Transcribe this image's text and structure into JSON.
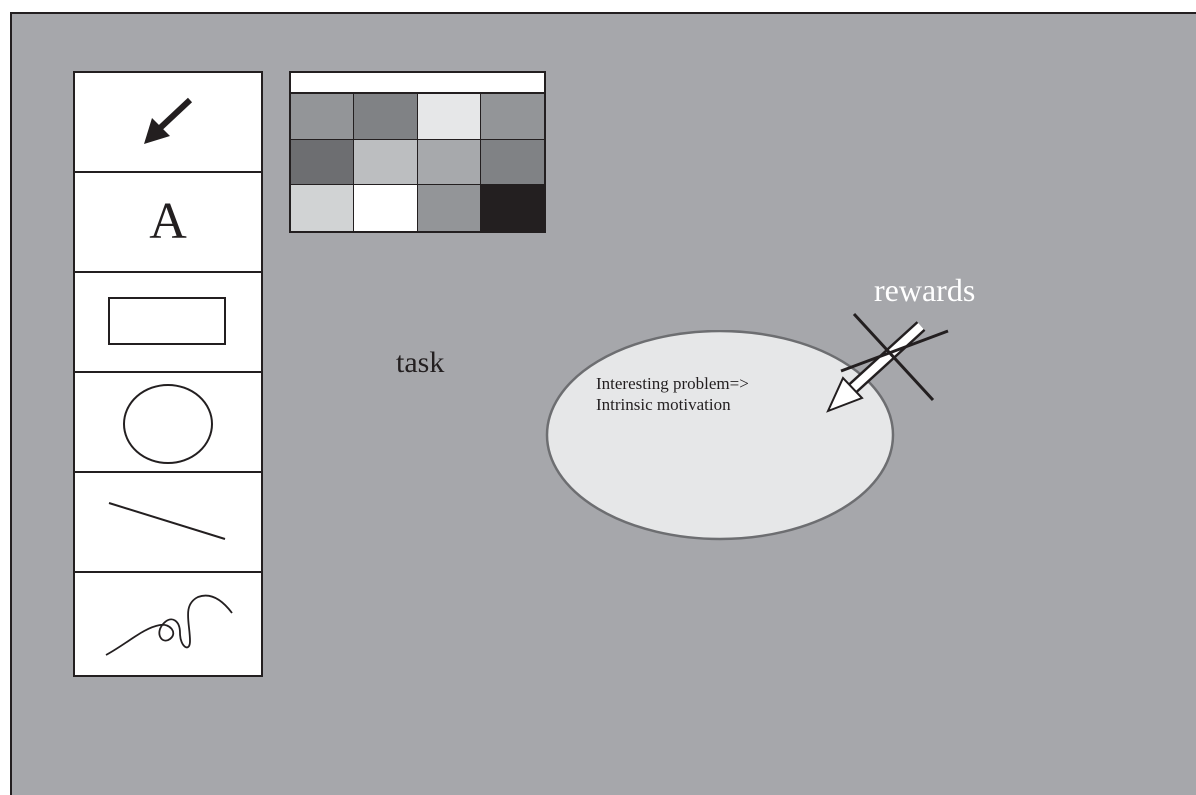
{
  "toolbar": {
    "tools": [
      {
        "name": "arrow-tool",
        "icon": "arrow-icon"
      },
      {
        "name": "text-tool",
        "icon": "text-icon",
        "glyph": "A"
      },
      {
        "name": "rectangle-tool",
        "icon": "rectangle-icon"
      },
      {
        "name": "ellipse-tool",
        "icon": "ellipse-icon"
      },
      {
        "name": "line-tool",
        "icon": "line-icon"
      },
      {
        "name": "freehand-tool",
        "icon": "freehand-icon"
      }
    ]
  },
  "palette": {
    "colors": [
      "#939598",
      "#808285",
      "#e6e7e8",
      "#939598",
      "#6d6e71",
      "#bcbec0",
      "#a7a9ac",
      "#808285",
      "#d1d3d4",
      "#ffffff",
      "#939598",
      "#231f20"
    ]
  },
  "canvas": {
    "background": "#a6a7ab",
    "task_label": "task",
    "rewards_label": "rewards",
    "ellipse": {
      "fill": "#e6e7e8",
      "line1": "Interesting problem=>",
      "line2": "Intrinsic motivation"
    }
  }
}
